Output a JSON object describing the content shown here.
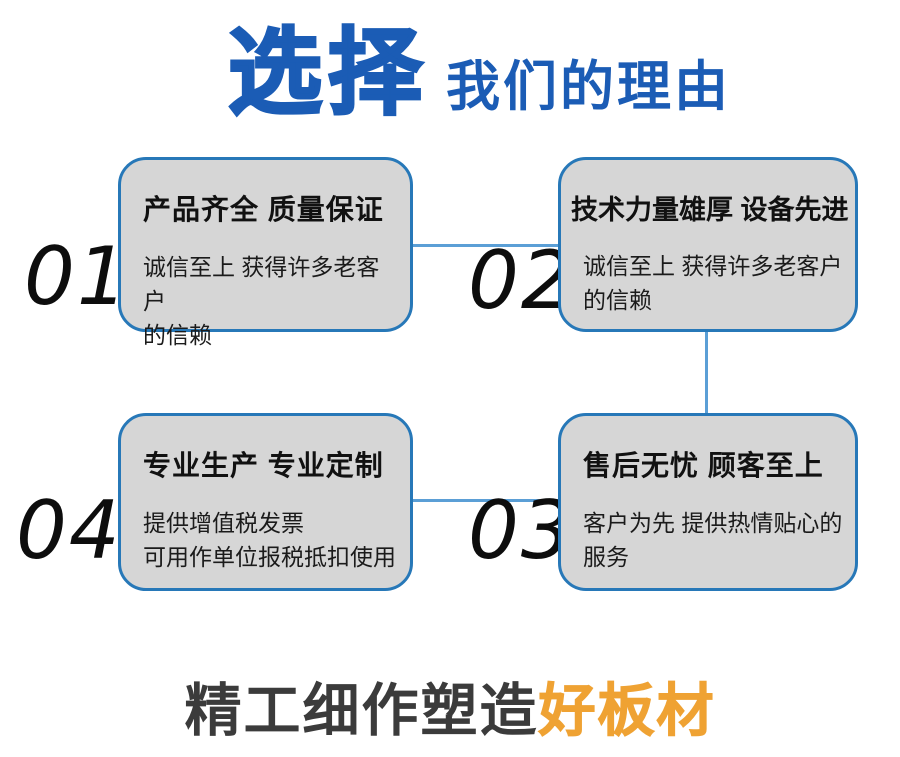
{
  "title": {
    "highlight": "选择",
    "rest": "我们的理由"
  },
  "cards": [
    {
      "number": "01",
      "title": "产品齐全 质量保证",
      "desc": "诚信至上 获得许多老客户\n的信赖"
    },
    {
      "number": "02",
      "title": "技术力量雄厚 设备先进",
      "desc": "诚信至上 获得许多老客户\n的信赖"
    },
    {
      "number": "03",
      "title": "售后无忧 顾客至上",
      "desc": "客户为先 提供热情贴心的\n服务"
    },
    {
      "number": "04",
      "title": "专业生产 专业定制",
      "desc": "提供增值税发票\n可用作单位报税抵扣使用"
    }
  ],
  "footer": {
    "normal": "精工细作塑造",
    "highlight": "好板材"
  },
  "colors": {
    "title_blue": "#1b5cb5",
    "card_border": "#2778b8",
    "card_fill": "#d6d6d6",
    "connector": "#5b9fd6",
    "footer_orange": "#efa233",
    "footer_gray": "#3b3b3b"
  }
}
